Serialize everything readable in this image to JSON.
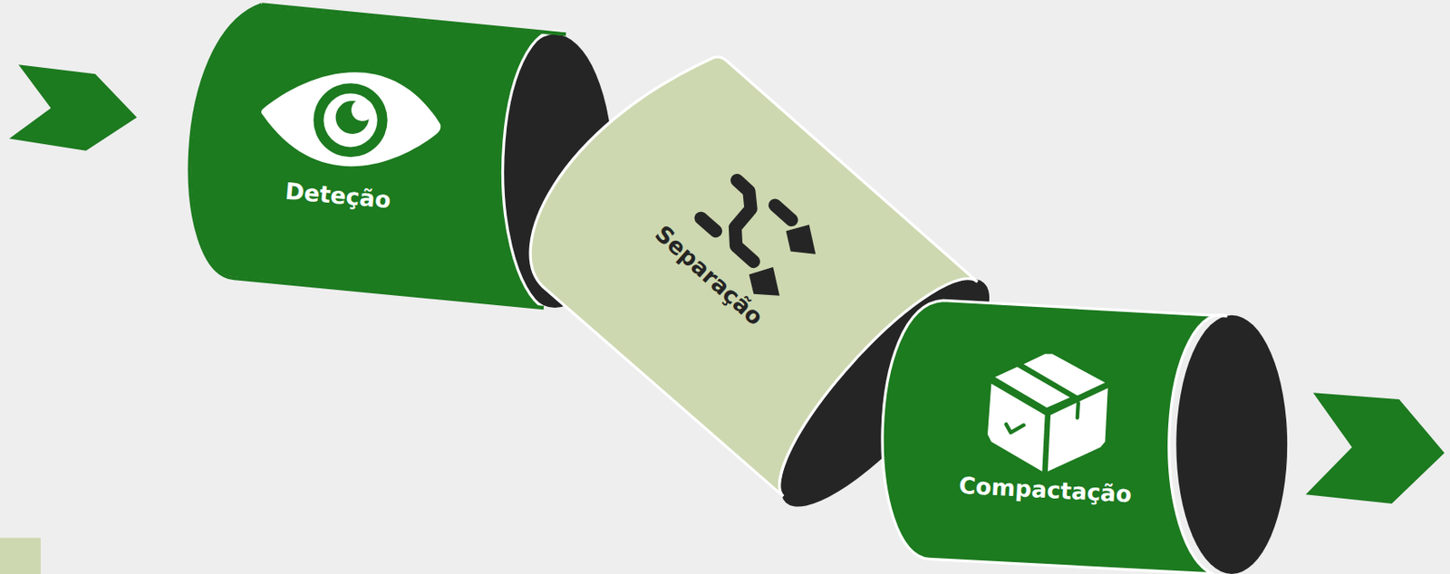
{
  "diagram": {
    "nodes": [
      {
        "text": [
          "Deteção"
        ]
      },
      {
        "text": [
          "Separação"
        ]
      },
      {
        "text": [
          "Compactação"
        ]
      }
    ]
  }
}
